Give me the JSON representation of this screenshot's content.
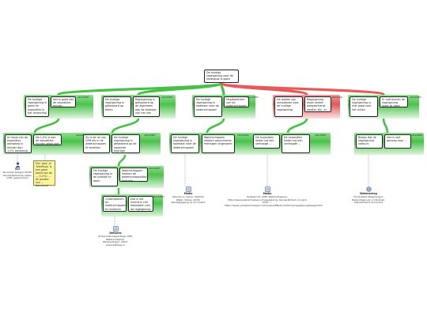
{
  "colors": {
    "green": "#46c046",
    "red": "#e85a5a",
    "ink": "#222222"
  },
  "tags": {
    "green_tag": "ARGUMENT",
    "red_tag": "BEZWAAR"
  },
  "nodes": {
    "root": "De huidige regelgeving voor de landbouw is goed",
    "a1": "De huidige regelgeving is goed de exposities in het landschap",
    "a1b": "Het is goed dat de exposities minder bedreigd ...",
    "a2": "De huidige regelgeving is gebaseerd op feiten",
    "a2b": "Regelgeving is gebaseerd op de algemeen aan de bijdrage van het vak",
    "a3": "De huidige regelgeving is haalbaar voor de waterschappen",
    "a3b": "Haalbaarheid van de waterschappen is ...",
    "r1": "De doelen zijn onhaalbaar voor de huidige regelgeving",
    "r1b": "Regelgeving moet verder aangescherpt worden zijn, er het water",
    "r2": "De huidige regelgeving is niet goed voor het milieu",
    "r2b": "Er valt binnen de regelgeving meer te doen dan nu het geval is",
    "b1": "In Gouw zijn de exposities aanwezig in minder dan 1,0% aanwezig ...",
    "b2": "De 1,0% is aan de exposities minder zeker-was",
    "c1": "Zo is de rol van CPM als in de waterschappen te bereiken",
    "c2": "De huidige regelgeving is gebaseerd op de zwaarste bijdrage",
    "d1": "De huidige regelgeving in de praktijk te doen",
    "d2": "Waterschappen hebben de wetenschappelijke bijdrage",
    "e1": "Onderzoekers en waterschappen te hanteren",
    "e2": "Dat is het inzicht in het toepassen van de regelgeving",
    "f1": "De huidige regelgeving is haalbaar voor de waterschappen",
    "f2": "Waterschappen hebben aanvullende metingen uitgevoerd",
    "g1": "De exposities leiden tot een verhoogd ...",
    "g2": "De exposities leiden tot een verlaagde ...",
    "h1": "Bewijs dat de regelgeving nodig is",
    "h2": "Het is niet genoeg voor ...",
    "note": "Een ‘glas’ of ‘bierflesje’ is een goed beeld van de ... (1,0%) ... de grootte van ... document"
  },
  "sources": {
    "s1_title": "Rvi",
    "s1_text": "De Graaf; Rapport RIVM; Gevaarlijkheid bij dijken (CPP, geschreven)",
    "s2_title": "Deltares",
    "s2_text": "Onderzoeksrapportage; CPM, Waterschappen, Berekeningen, 2019; www.deltares.nl",
    "s3_title": "Media",
    "s3_text": "Nieuws en opinie; Vakblad Water, Stowa, 2019; Verslaglegging op document",
    "s4_title": "Media",
    "s4_text": "Persbericht; CPM; Waterschappen; http://www.waterschappen.nl/regelgeving; Gevaarlijkheid, 11 april 2019 ...; https://www.uvwaterschappen.nl/nieuws/CPM/doorlichting/regelgeving/bewijs.html",
    "s5_title": "Wetenschap",
    "s5_text": "Universiteit Wageningen; Rapportage van onderzoek; Gepubliceerd document"
  }
}
